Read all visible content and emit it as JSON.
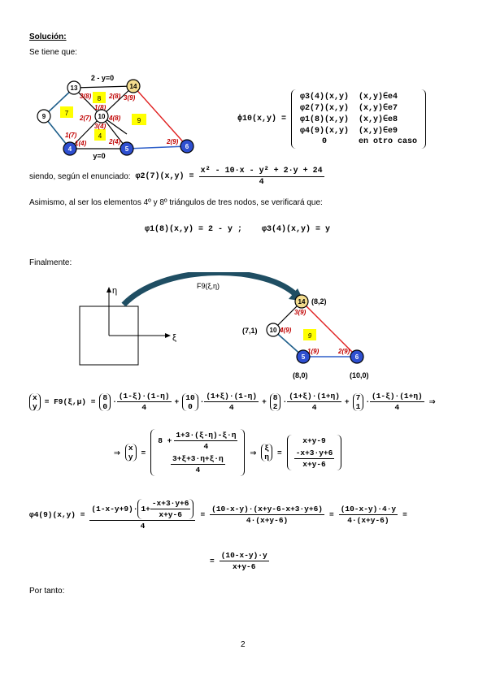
{
  "solution_title": "Solución:",
  "intro": "Se tiene que:",
  "mesh": {
    "node_labels": [
      "13",
      "14",
      "9",
      "10",
      "4",
      "5",
      "6"
    ],
    "element_labels": [
      "8",
      "7",
      "9",
      "4"
    ],
    "edge_label_top": "2 - y=0",
    "edge_label_bottom": "y=0",
    "local_labels": [
      "3(8)",
      "2(8)",
      "1(8)",
      "3(9)",
      "2(7)",
      "4(8)",
      "3(4)",
      "1(7)",
      "1(4)",
      "2(4)",
      "2(9)"
    ]
  },
  "phi10": {
    "lhs": "ϕ10(x,y) =",
    "rows": [
      {
        "func": "φ3(4)(x,y)",
        "cond": "(x,y)∈e4"
      },
      {
        "func": "φ2(7)(x,y)",
        "cond": "(x,y)∈e7"
      },
      {
        "func": "φ1(8)(x,y)",
        "cond": "(x,y)∈e8"
      },
      {
        "func": "φ4(9)(x,y)",
        "cond": "(x,y)∈e9"
      },
      {
        "func": "0",
        "cond": "en otro caso"
      }
    ]
  },
  "given_text": "siendo, según el enunciado:",
  "given_lhs": "φ2(7)(x,y) =",
  "given_num": "x² - 10·x - y² + 2·y + 24",
  "given_den": "4",
  "asimismo_text": "Asimismo, al ser los elementos 4º y 8º triángulos de tres nodos, se verificará que:",
  "eq_phi1": "φ1(8)(x,y) = 2 - y ;",
  "eq_phi3": "φ3(4)(x,y) = y",
  "finalmente": "Finalmente:",
  "mapping": {
    "transform_label": "F9(ξ,η)",
    "eta": "η",
    "xi": "ξ",
    "node_14": "14",
    "node_10": "10",
    "node_5": "5",
    "node_6": "6",
    "coord_14": "(8,2)",
    "coord_10": "(7,1)",
    "coord_5": "(8,0)",
    "coord_6": "(10,0)",
    "element": "9",
    "local_3": "3(9)",
    "local_4": "4(9)",
    "local_1": "1(9)",
    "local_2": "2(9)"
  },
  "eq1": {
    "lhs_vec": [
      "x",
      "y"
    ],
    "map": "= F9(ξ,μ) =",
    "terms": [
      {
        "vec": [
          "8",
          "0"
        ],
        "num": "(1-ξ)·(1-η)",
        "den": "4",
        "sign": "+"
      },
      {
        "vec": [
          "10",
          "0"
        ],
        "num": "(1+ξ)·(1-η)",
        "den": "4",
        "sign": "+"
      },
      {
        "vec": [
          "8",
          "2"
        ],
        "num": "(1+ξ)·(1+η)",
        "den": "4",
        "sign": "+"
      },
      {
        "vec": [
          "7",
          "1"
        ],
        "num": "(1-ξ)·(1+η)",
        "den": "4",
        "sign": "⇒"
      }
    ]
  },
  "eq2": {
    "arrow": "⇒",
    "lhs_vec": [
      "x",
      "y"
    ],
    "row1_pre": "8 +",
    "row1_num": "1+3·(ξ-η)-ξ·η",
    "row1_den": "4",
    "row2_num": "3+ξ+3·η+ξ·η",
    "row2_den": "4",
    "arrow2": "⇒",
    "rhs_vec": [
      "ξ",
      "η"
    ],
    "rhs_row1": "x+y-9",
    "rhs_row2_num": "-x+3·y+6",
    "rhs_row2_den": "x+y-6"
  },
  "eq3": {
    "lhs": "φ4(9)(x,y) =",
    "n1_a": "(1-x-y+9)·",
    "n1_inner_pre": "1+",
    "n1_inner_num": "-x+3·y+6",
    "n1_inner_den": "x+y-6",
    "d1": "4",
    "n2": "(10-x-y)·(x+y-6-x+3·y+6)",
    "d2": "4·(x+y-6)",
    "n3": "(10-x-y)·4·y",
    "d3": "4·(x+y-6)",
    "n4": "(10-x-y)·y",
    "d4": "x+y-6"
  },
  "por_tanto": "Por tanto:",
  "page_number": "2"
}
